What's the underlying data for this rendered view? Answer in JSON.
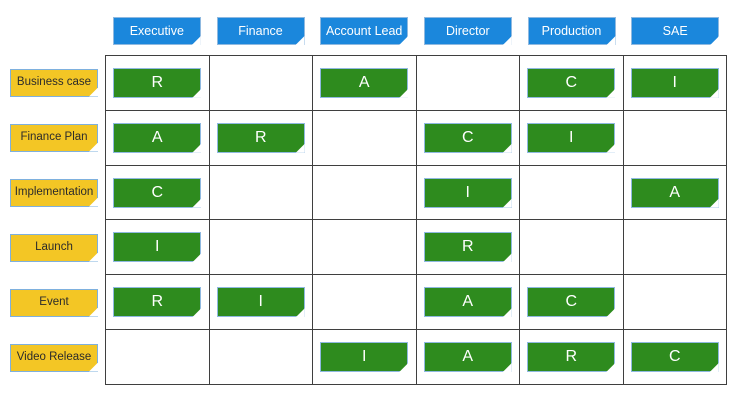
{
  "diagram": {
    "type": "raci-matrix",
    "colors": {
      "header_blue": "#1b87dc",
      "row_label_yellow": "#f3c625",
      "cell_green": "#2e8b1e",
      "grid_border": "#3f3f3f",
      "tag_border": "#8fb9e0",
      "background": "#ffffff"
    },
    "columns": [
      {
        "label": "Executive"
      },
      {
        "label": "Finance"
      },
      {
        "label": "Account Lead"
      },
      {
        "label": "Director"
      },
      {
        "label": "Production"
      },
      {
        "label": "SAE"
      }
    ],
    "rows": [
      {
        "label": "Business case",
        "cells": [
          "R",
          "",
          "A",
          "",
          "C",
          "I"
        ]
      },
      {
        "label": "Finance Plan",
        "cells": [
          "A",
          "R",
          "",
          "C",
          "I",
          ""
        ]
      },
      {
        "label": "Implementation",
        "cells": [
          "C",
          "",
          "",
          "I",
          "",
          "A"
        ]
      },
      {
        "label": "Launch",
        "cells": [
          "I",
          "",
          "",
          "R",
          "",
          ""
        ]
      },
      {
        "label": "Event",
        "cells": [
          "R",
          "I",
          "",
          "A",
          "C",
          ""
        ]
      },
      {
        "label": "Video Release",
        "cells": [
          "",
          "",
          "I",
          "A",
          "R",
          "C"
        ]
      }
    ]
  }
}
